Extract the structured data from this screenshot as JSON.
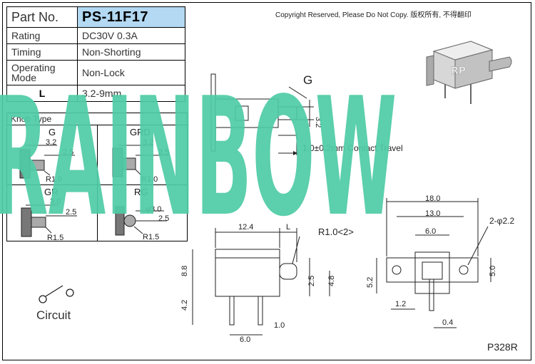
{
  "spec": {
    "part_no_label": "Part No.",
    "part_no_value": "PS-11F17",
    "rows": [
      {
        "key": "Rating",
        "value": "DC30V 0.3A"
      },
      {
        "key": "Timing",
        "value": "Non-Shorting"
      },
      {
        "key": "Operating Mode",
        "value": "Non-Lock"
      },
      {
        "key": "L",
        "value": "3.2-9mm"
      }
    ]
  },
  "copyright": "Copyright Reserved, Please Do Not Copy. 版权所有, 不得翻印",
  "knob": {
    "title": "Knob Type",
    "types": [
      "G",
      "GRD",
      "GR",
      "RG"
    ],
    "g": {
      "d1": "3.2",
      "d2": "2.5",
      "r": "R1.0"
    },
    "grd": {
      "d1": "3.2",
      "d2": "2.5",
      "r": "R1.0"
    },
    "gr": {
      "d1": "3.0",
      "d2": "2.5",
      "r": "R1.5"
    },
    "rg": {
      "d1": "φ3.0",
      "d2": "2.5",
      "r": "R1.5"
    }
  },
  "side": {
    "label": "G",
    "height": "3.2",
    "travel": "1.0±0.2mm Contact Travel"
  },
  "front": {
    "width": "12.4",
    "l": "L",
    "radius": "R1.0<2>",
    "h1": "8.8",
    "h2": "4.2",
    "h3": "2.5",
    "h4": "4.8",
    "pitch": "6.0",
    "pin": "1.0"
  },
  "bottom": {
    "w1": "18.0",
    "w2": "13.0",
    "w3": "6.0",
    "holes": "2-φ2.2",
    "h1": "5.2",
    "h2": "5.0",
    "off": "1.2",
    "pin": "0.4"
  },
  "circuit_label": "Circuit",
  "page_no": "P328R",
  "watermark": "RAINBOW",
  "logo_text": "RP",
  "colors": {
    "watermark": "#4fcca6",
    "header_fill": "#b3d9f3"
  }
}
